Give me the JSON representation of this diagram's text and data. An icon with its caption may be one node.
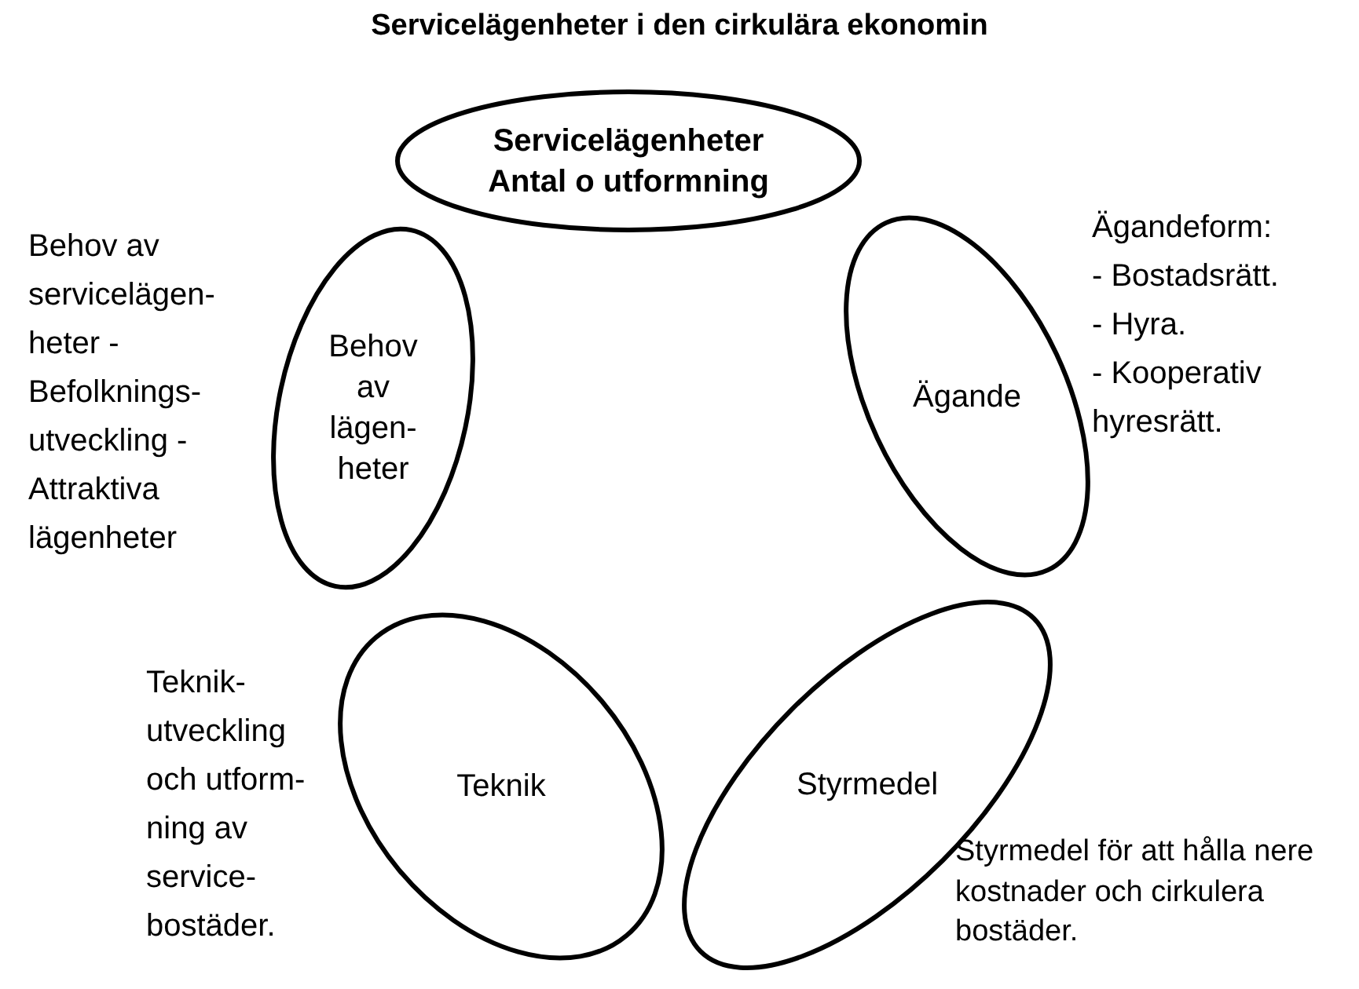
{
  "diagram": {
    "title": "Servicelägenheter i den cirkulära ekonomin",
    "nodes": [
      {
        "text": [
          "Servicelägenheter Antal o utformning"
        ]
      },
      {
        "text": [
          "Behov av lägen- heter"
        ],
        "beside": [
          "Behov av servicelägen- heter -Befolknings- utveckling -Attraktiva lägenheter"
        ]
      },
      {
        "text": [
          "Ägande"
        ],
        "beside": [
          "Ägandeform:",
          "- Bostadsrätt.",
          "- Hyra.",
          "- Kooperativ hyresrätt."
        ]
      },
      {
        "text": [
          "Teknik"
        ],
        "beside": [
          "Teknik- utveckling och utform- ning av service- bostäder."
        ]
      },
      {
        "text": [
          "Styrmedel"
        ],
        "beside": [
          "Styrmedel för att hålla nere kostnader och cirkulera bostäder."
        ]
      }
    ],
    "edges": []
  }
}
